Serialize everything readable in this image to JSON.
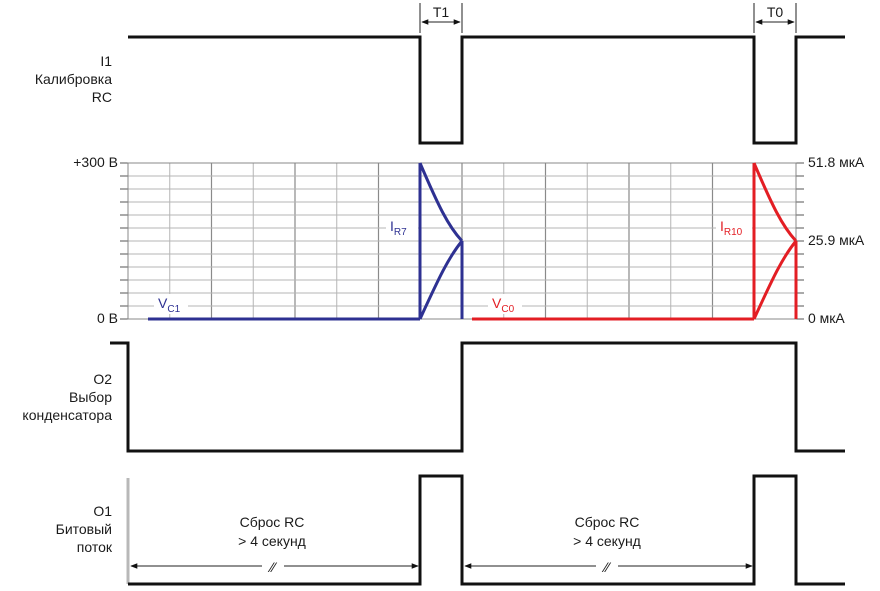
{
  "rows": {
    "i1": {
      "line1": "I1",
      "line2": "Калибровка",
      "line3": "RC"
    },
    "o2": {
      "line1": "O2",
      "line2": "Выбор",
      "line3": "конденсатора"
    },
    "o1": {
      "line1": "O1",
      "line2": "Битовый",
      "line3": "поток"
    }
  },
  "markers": {
    "t1": "T1",
    "t0": "T0"
  },
  "axes": {
    "left_top": "+300 В",
    "left_bottom": "0 В",
    "right_top": "51.8 мкА",
    "right_mid": "25.9 мкА",
    "right_bottom": "0 мкА"
  },
  "curves": {
    "ir7": {
      "main": "I",
      "sub": "R7",
      "color": "#2e3192"
    },
    "ir10": {
      "main": "I",
      "sub": "R10",
      "color": "#e31e24"
    },
    "vc1": {
      "main": "V",
      "sub": "C1",
      "color": "#2e3192"
    },
    "vc0": {
      "main": "V",
      "sub": "C0",
      "color": "#e31e24"
    }
  },
  "reset": {
    "left": {
      "line1": "Сброс RC",
      "line2": "> 4 секунд",
      "break": "⁄⁄"
    },
    "right": {
      "line1": "Сброс RC",
      "line2": "> 4 секунд",
      "break": "⁄⁄"
    }
  }
}
